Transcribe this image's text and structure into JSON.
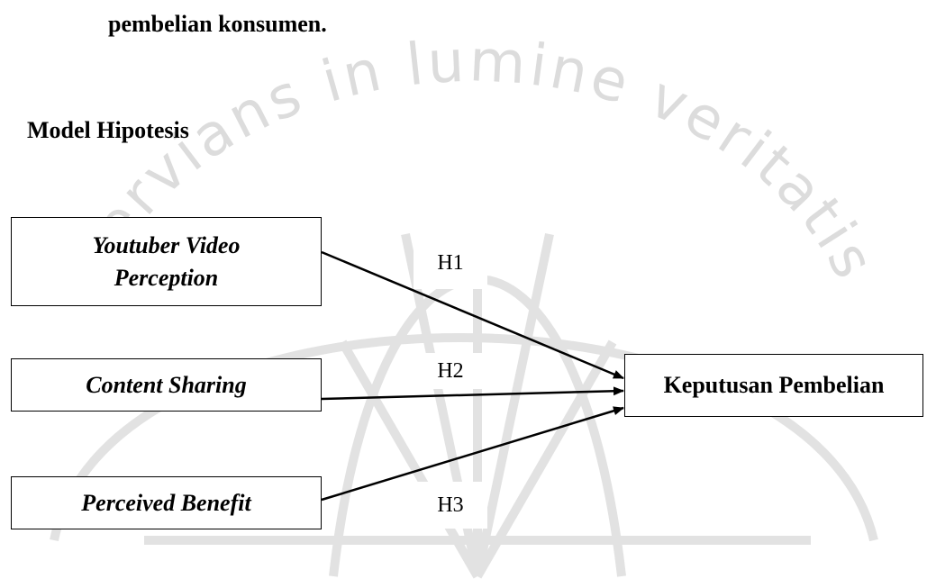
{
  "document": {
    "continued_text": "pembelian konsumen.",
    "section_title": "Model Hipotesis"
  },
  "watermark": {
    "text": "Servians in lumine veritatis",
    "color": "#d9d9d9"
  },
  "diagram": {
    "independent_variables": [
      {
        "label_line1": "Youtuber Video",
        "label_line2": "Perception"
      },
      {
        "label": "Content Sharing"
      },
      {
        "label": "Perceived Benefit"
      }
    ],
    "dependent_variable": {
      "label": "Keputusan Pembelian"
    },
    "hypotheses": [
      {
        "label": "H1",
        "from": "Youtuber Video Perception",
        "to": "Keputusan Pembelian"
      },
      {
        "label": "H2",
        "from": "Content Sharing",
        "to": "Keputusan Pembelian"
      },
      {
        "label": "H3",
        "from": "Perceived Benefit",
        "to": "Keputusan Pembelian"
      }
    ]
  }
}
